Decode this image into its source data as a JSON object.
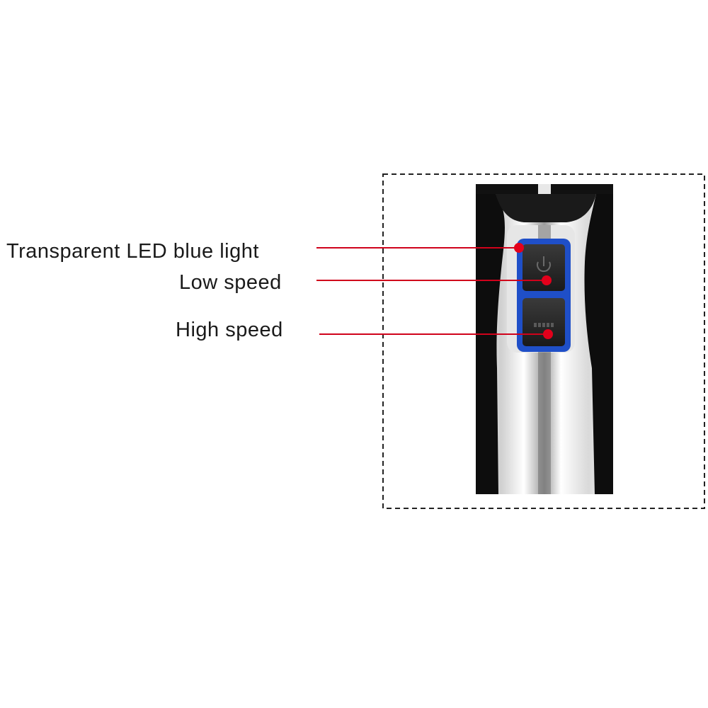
{
  "callouts": [
    {
      "id": "led",
      "label": "Transparent LED blue light"
    },
    {
      "id": "low",
      "label": "Low speed"
    },
    {
      "id": "high",
      "label": "High speed"
    }
  ],
  "colors": {
    "leader": "#d0021b",
    "button_frame": "#1f4fc8",
    "body": "#0d0d0d",
    "steel": "#d8d8d8",
    "frame_border": "#222222"
  },
  "icons": {
    "power": "power-icon",
    "speed": "turbo-icon"
  }
}
